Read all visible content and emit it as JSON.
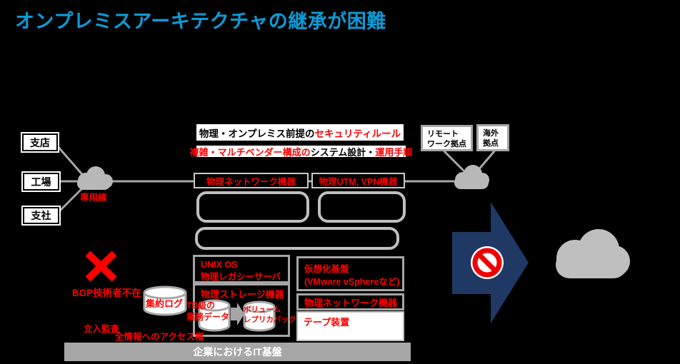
{
  "title": "オンプレミスアーキテクチャの継承が困難",
  "colors": {
    "title_blue": "#0b9cd8",
    "alert_red": "#ff0000",
    "navy_arrow": "#1f3864",
    "cloud_gray": "#bfbfbf",
    "line_gray": "#a6a6a6"
  },
  "left_sites": [
    {
      "label": "支店"
    },
    {
      "label": "工場"
    },
    {
      "label": "支社"
    }
  ],
  "left_cloud_label": "専用線",
  "rules": {
    "line1_black": "物理・オンプレミス前提の",
    "line1_red": "セキュリティルール",
    "line2_red1": "複雑・マルチベンダー構成の",
    "line2_black": "システム設計・",
    "line2_red2": "運用手順"
  },
  "network_boxes": [
    {
      "label": "物理ネットワーク機器"
    },
    {
      "label": "物理UTM, VPN機器"
    }
  ],
  "remote_sites": [
    {
      "line1": "リモート",
      "line2": "ワーク拠点"
    },
    {
      "line1": "海外",
      "line2": "拠点"
    }
  ],
  "issues": {
    "bgp": "BGP技術者不在",
    "log_cylinder": "集約ログ",
    "audit": "立入監査",
    "access": "全情報へのアクセス権"
  },
  "it_assets": {
    "legacy_server_line1": "UNIX OS",
    "legacy_server_line2": "物理レガシーサーバ",
    "storage_title": "物理ストレージ機器",
    "storage_data_line1": "TB級の",
    "storage_data_line2": "業務データ",
    "storage_replica_line1": "ボリューム",
    "storage_replica_line2": "レプリカバックアップ",
    "virtualization_line1": "仮想化基盤",
    "virtualization_line2": "(VMware vSphereなど)",
    "physical_network": "物理ネットワーク機器",
    "tape": "テープ装置"
  },
  "footer_bar": "企業におけるIT基盤",
  "icons": {
    "dedicated_line_cloud": "cloud-icon",
    "internet_cloud": "cloud-icon",
    "target_cloud": "cloud-icon",
    "blocked_migration": "prohibition-icon",
    "no_engineer": "x-mark-icon",
    "log_store": "cylinder-icon",
    "business_data": "cylinder-icon",
    "replica_backup": "cylinder-icon"
  }
}
